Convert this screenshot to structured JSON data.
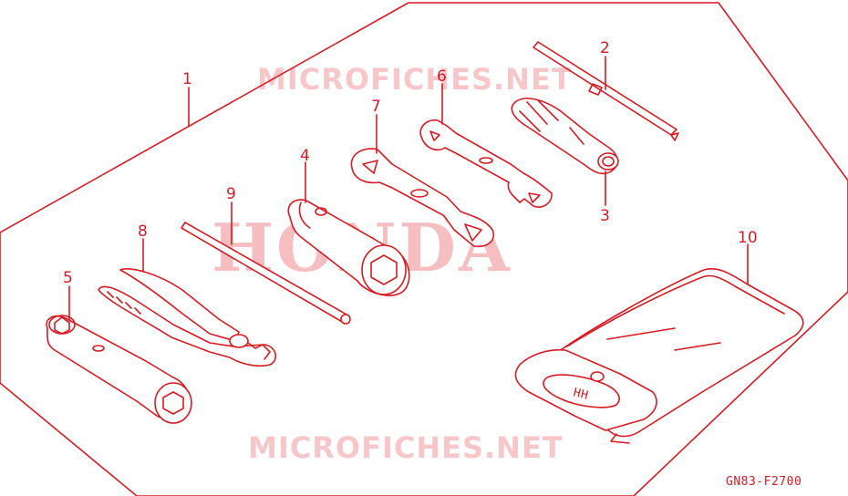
{
  "watermark": {
    "site_top": "MICROFICHES.NET",
    "brand": "HONDA",
    "site_bottom": "MICROFICHES.NET"
  },
  "diagram_code": "GN83-F2700",
  "callouts": {
    "c1": "1",
    "c2": "2",
    "c3": "3",
    "c4": "4",
    "c5": "5",
    "c6": "6",
    "c7": "7",
    "c8": "8",
    "c9": "9",
    "c10": "10"
  },
  "pouch_logo": "HH",
  "colors": {
    "line": "#d81a22",
    "watermark": "#f4a9ad",
    "background": "#ffffff"
  }
}
